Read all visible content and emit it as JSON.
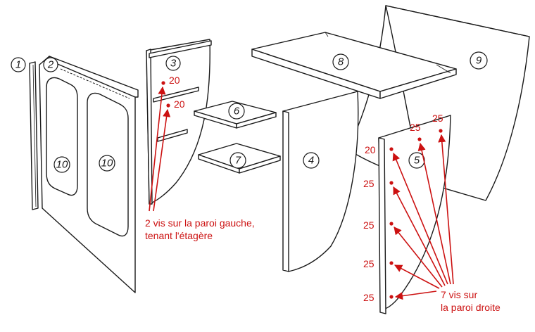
{
  "parts": [
    {
      "id": "p1",
      "label": "1"
    },
    {
      "id": "p2",
      "label": "2"
    },
    {
      "id": "p3",
      "label": "3"
    },
    {
      "id": "p4",
      "label": "4"
    },
    {
      "id": "p5",
      "label": "5"
    },
    {
      "id": "p6",
      "label": "6"
    },
    {
      "id": "p7",
      "label": "7"
    },
    {
      "id": "p8",
      "label": "8"
    },
    {
      "id": "p9",
      "label": "9"
    },
    {
      "id": "p10a",
      "label": "10"
    },
    {
      "id": "p10b",
      "label": "10"
    }
  ],
  "screw_labels": {
    "left_top": "20",
    "left_mid": "20",
    "right_top_a": "25",
    "right_top_b": "25",
    "right_20": "20",
    "right_25a": "25",
    "right_25b": "25",
    "right_25c": "25",
    "right_25d": "25"
  },
  "notes": {
    "left_line1": "2 vis sur la paroi gauche,",
    "left_line2": "tenant l'étagère",
    "right_line1": "7 vis sur",
    "right_line2": "la paroi droite"
  },
  "colors": {
    "annotation": "#cc1111",
    "line": "#1a1a1a"
  }
}
